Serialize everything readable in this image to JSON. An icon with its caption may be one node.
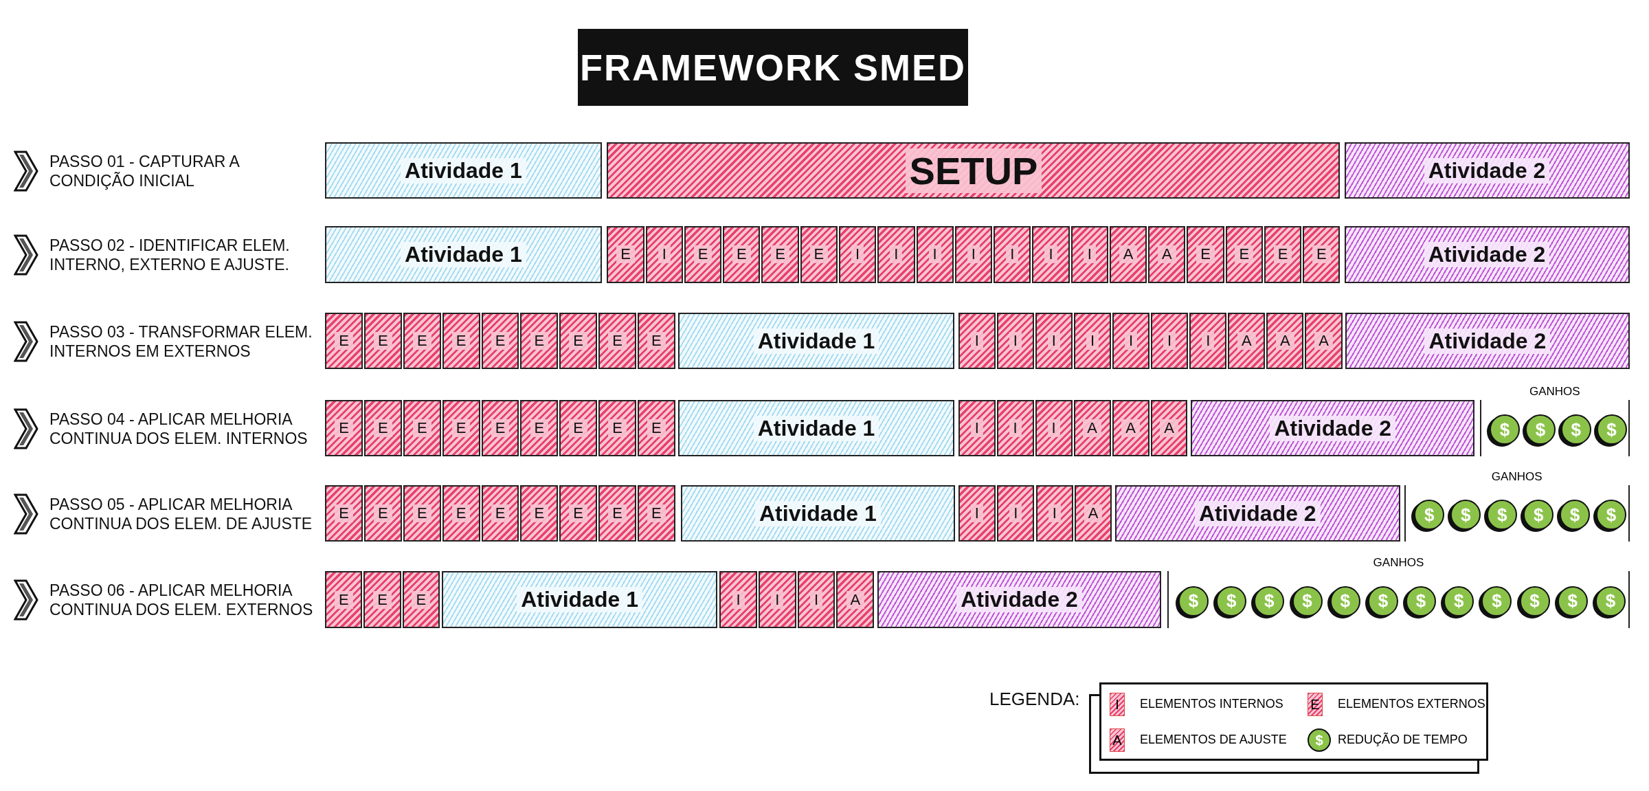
{
  "diagram": {
    "title": "FRAMEWORK SMED",
    "nodes": [
      {
        "text": [
          "Atividade 1"
        ]
      },
      {
        "text": [
          "SETUP"
        ]
      },
      {
        "text": [
          "Atividade 2"
        ]
      },
      {
        "text": [
          "Atividade 1"
        ]
      },
      {
        "text": [
          "E"
        ]
      },
      {
        "text": [
          "I"
        ]
      },
      {
        "text": [
          "E"
        ]
      },
      {
        "text": [
          "E"
        ]
      },
      {
        "text": [
          "E"
        ]
      },
      {
        "text": [
          "E"
        ]
      },
      {
        "text": [
          "I"
        ]
      },
      {
        "text": [
          "I"
        ]
      },
      {
        "text": [
          "I"
        ]
      },
      {
        "text": [
          "I"
        ]
      },
      {
        "text": [
          "I"
        ]
      },
      {
        "text": [
          "I"
        ]
      },
      {
        "text": [
          "I"
        ]
      },
      {
        "text": [
          "A"
        ]
      },
      {
        "text": [
          "A"
        ]
      },
      {
        "text": [
          "E"
        ]
      },
      {
        "text": [
          "E"
        ]
      },
      {
        "text": [
          "E"
        ]
      },
      {
        "text": [
          "E"
        ]
      },
      {
        "text": [
          "Atividade 2"
        ]
      },
      {
        "text": [
          "E"
        ]
      },
      {
        "text": [
          "E"
        ]
      },
      {
        "text": [
          "E"
        ]
      },
      {
        "text": [
          "E"
        ]
      },
      {
        "text": [
          "E"
        ]
      },
      {
        "text": [
          "E"
        ]
      },
      {
        "text": [
          "E"
        ]
      },
      {
        "text": [
          "E"
        ]
      },
      {
        "text": [
          "E"
        ]
      },
      {
        "text": [
          "Atividade 1"
        ]
      },
      {
        "text": [
          "I"
        ]
      },
      {
        "text": [
          "I"
        ]
      },
      {
        "text": [
          "I"
        ]
      },
      {
        "text": [
          "I"
        ]
      },
      {
        "text": [
          "I"
        ]
      },
      {
        "text": [
          "I"
        ]
      },
      {
        "text": [
          "I"
        ]
      },
      {
        "text": [
          "A"
        ]
      },
      {
        "text": [
          "A"
        ]
      },
      {
        "text": [
          "A"
        ]
      },
      {
        "text": [
          "Atividade 2"
        ]
      },
      {
        "text": [
          "E"
        ]
      },
      {
        "text": [
          "E"
        ]
      },
      {
        "text": [
          "E"
        ]
      },
      {
        "text": [
          "E"
        ]
      },
      {
        "text": [
          "E"
        ]
      },
      {
        "text": [
          "E"
        ]
      },
      {
        "text": [
          "E"
        ]
      },
      {
        "text": [
          "E"
        ]
      },
      {
        "text": [
          "E"
        ]
      },
      {
        "text": [
          "Atividade 1"
        ]
      },
      {
        "text": [
          "I"
        ]
      },
      {
        "text": [
          "I"
        ]
      },
      {
        "text": [
          "I"
        ]
      },
      {
        "text": [
          "A"
        ]
      },
      {
        "text": [
          "A"
        ]
      },
      {
        "text": [
          "A"
        ]
      },
      {
        "text": [
          "Atividade 2"
        ]
      },
      {
        "text": [
          "GANHOS"
        ]
      },
      {
        "text": [
          "$"
        ],
        "in": 62
      },
      {
        "text": [
          "$"
        ],
        "in": 62
      },
      {
        "text": [
          "$"
        ],
        "in": 62
      },
      {
        "text": [
          "$"
        ],
        "in": 62
      },
      {
        "text": [
          "E"
        ]
      },
      {
        "text": [
          "E"
        ]
      },
      {
        "text": [
          "E"
        ]
      },
      {
        "text": [
          "E"
        ]
      },
      {
        "text": [
          "E"
        ]
      },
      {
        "text": [
          "E"
        ]
      },
      {
        "text": [
          "E"
        ]
      },
      {
        "text": [
          "E"
        ]
      },
      {
        "text": [
          "E"
        ]
      },
      {
        "text": [
          "Atividade 1"
        ]
      },
      {
        "text": [
          "I"
        ]
      },
      {
        "text": [
          "I"
        ]
      },
      {
        "text": [
          "I"
        ]
      },
      {
        "text": [
          "A"
        ]
      },
      {
        "text": [
          "Atividade 2"
        ]
      },
      {
        "text": [
          "GANHOS"
        ]
      },
      {
        "text": [
          "$"
        ],
        "in": 82
      },
      {
        "text": [
          "$"
        ],
        "in": 82
      },
      {
        "text": [
          "$"
        ],
        "in": 82
      },
      {
        "text": [
          "$"
        ],
        "in": 82
      },
      {
        "text": [
          "$"
        ],
        "in": 82
      },
      {
        "text": [
          "$"
        ],
        "in": 82
      },
      {
        "text": [
          "E"
        ]
      },
      {
        "text": [
          "E"
        ]
      },
      {
        "text": [
          "E"
        ]
      },
      {
        "text": [
          "Atividade 1"
        ]
      },
      {
        "text": [
          "I"
        ]
      },
      {
        "text": [
          "I"
        ]
      },
      {
        "text": [
          "I"
        ]
      },
      {
        "text": [
          "A"
        ]
      },
      {
        "text": [
          "Atividade 2"
        ]
      },
      {
        "text": [
          "GANHOS"
        ]
      },
      {
        "text": [
          "$"
        ],
        "in": 98
      },
      {
        "text": [
          "$"
        ],
        "in": 98
      },
      {
        "text": [
          "$"
        ],
        "in": 98
      },
      {
        "text": [
          "$"
        ],
        "in": 98
      },
      {
        "text": [
          "$"
        ],
        "in": 98
      },
      {
        "text": [
          "$"
        ],
        "in": 98
      },
      {
        "text": [
          "$"
        ],
        "in": 98
      },
      {
        "text": [
          "$"
        ],
        "in": 98
      },
      {
        "text": [
          "$"
        ],
        "in": 98
      },
      {
        "text": [
          "$"
        ],
        "in": 98
      },
      {
        "text": [
          "$"
        ],
        "in": 98
      },
      {
        "text": [
          "$"
        ],
        "in": 98
      }
    ],
    "labels": [
      "PASSO 01 - CAPTURAR A CONDIÇÃO INICIAL",
      "PASSO 02 - IDENTIFICAR ELEM. INTERNO, EXTERNO E AJUSTE.",
      "PASSO 03 - TRANSFORMAR ELEM. INTERNOS EM EXTERNOS",
      "PASSO 04 - APLICAR MELHORIA CONTINUA DOS ELEM. INTERNOS",
      "PASSO 05 - APLICAR MELHORIA CONTINUA DOS ELEM. DE AJUSTE",
      "PASSO 06 - APLICAR MELHORIA CONTINUA DOS ELEM. EXTERNOS",
      "LEGENDA:",
      "I",
      "E",
      "A",
      "$"
    ],
    "legend": [
      {
        "text": "ELEMENTOS INTERNOS",
        "color": "#e8426f"
      },
      {
        "text": "ELEMENTOS EXTERNOS",
        "color": "#e8426f"
      },
      {
        "text": "ELEMENTOS DE AJUSTE",
        "color": "#e8426f"
      },
      {
        "text": "REDUÇÃO DE TEMPO",
        "color": "#8bc34a"
      }
    ]
  }
}
